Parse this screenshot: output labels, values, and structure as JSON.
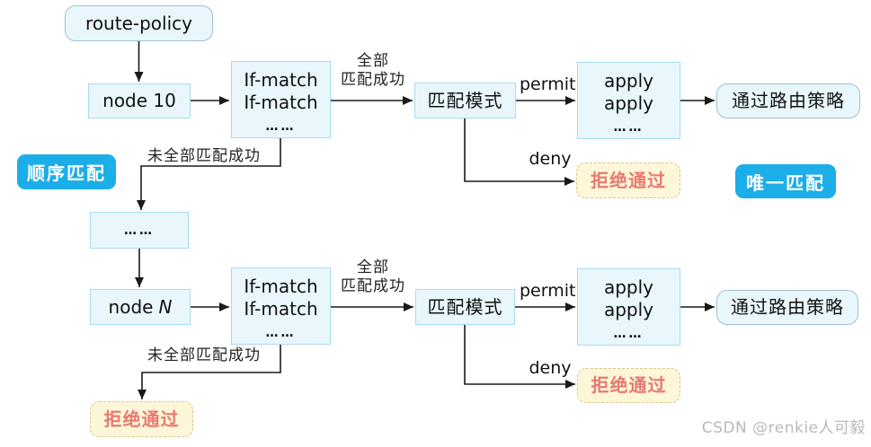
{
  "diagram": {
    "badges": {
      "sequential_match": "顺序匹配",
      "unique_match": "唯一匹配"
    },
    "nodes": {
      "route_policy": "route-policy",
      "node_10": "node 10",
      "node_n_prefix": "node",
      "node_n_var": "N",
      "ellipsis": "……",
      "if_match": {
        "line1": "If-match",
        "line2": "If-match",
        "dots": "……"
      },
      "match_mode": "匹配模式",
      "apply": {
        "line1": "apply",
        "line2": "apply",
        "dots": "……"
      },
      "pass_route_policy": "通过路由策略",
      "reject_pass": "拒绝通过"
    },
    "edge_labels": {
      "all_matched": {
        "line1": "全部",
        "line2": "匹配成功"
      },
      "not_all_matched": "未全部匹配成功",
      "permit": "permit",
      "deny": "deny"
    },
    "colors": {
      "node_fill": "#e9f7fd",
      "node_border": "#a6dcf0",
      "rounded_border": "#9fbecd",
      "badge_bg": "#1caee8",
      "reject_fill": "#fdf6d8",
      "reject_border": "#d8c890",
      "reject_text": "#e87a72",
      "arrow": "#1a1a1a",
      "watermark_text": "#b9b9b9"
    },
    "watermark": "CSDN @renkie人可毅"
  }
}
